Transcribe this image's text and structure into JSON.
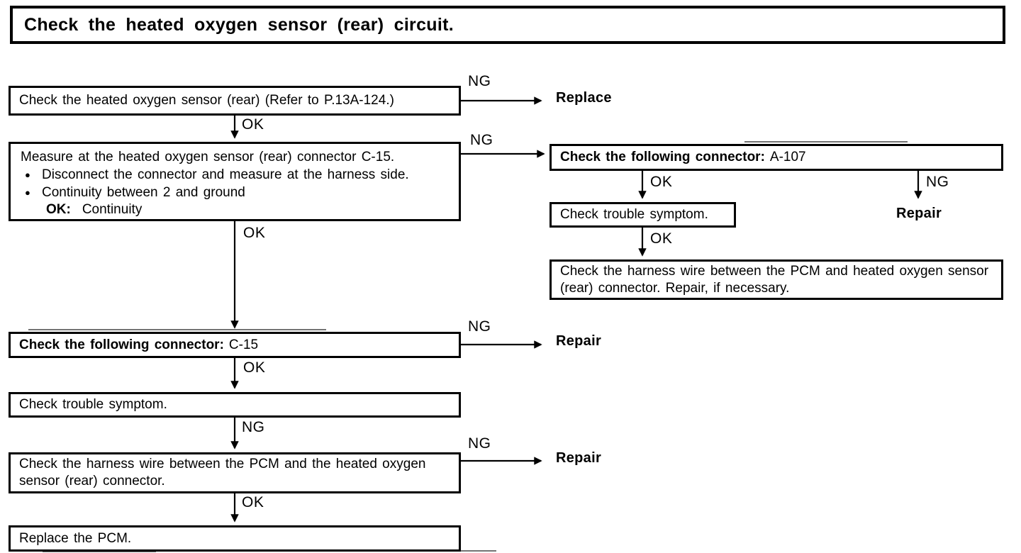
{
  "title": "Check the heated oxygen sensor (rear) circuit.",
  "labels": {
    "ok": "OK",
    "ng": "NG"
  },
  "terminals": {
    "replace": "Replace",
    "repair": "Repair"
  },
  "icons": {
    "bullet": "●"
  },
  "nodes": {
    "check_sensor": "Check the heated oxygen sensor (rear) (Refer to P.13A-124.)",
    "measure": {
      "title": "Measure at the heated oxygen sensor (rear) connector C-15.",
      "bullet1": "Disconnect the connector and measure at the harness side.",
      "bullet2": "Continuity between 2 and ground",
      "ok_key": "OK:",
      "ok_value": "Continuity"
    },
    "connector_a107": {
      "bold": "Check the following connector:",
      "value": "A-107"
    },
    "symptom_right": "Check trouble symptom.",
    "harness_right": "Check the harness wire between the PCM and heated oxygen sensor (rear) connector. Repair, if necessary.",
    "connector_c15": {
      "bold": "Check the following connector:",
      "value": "C-15"
    },
    "symptom_main": "Check trouble symptom.",
    "harness_main": "Check the harness wire between the PCM and the heated oxygen sensor (rear) connector.",
    "replace_pcm": "Replace the PCM."
  }
}
